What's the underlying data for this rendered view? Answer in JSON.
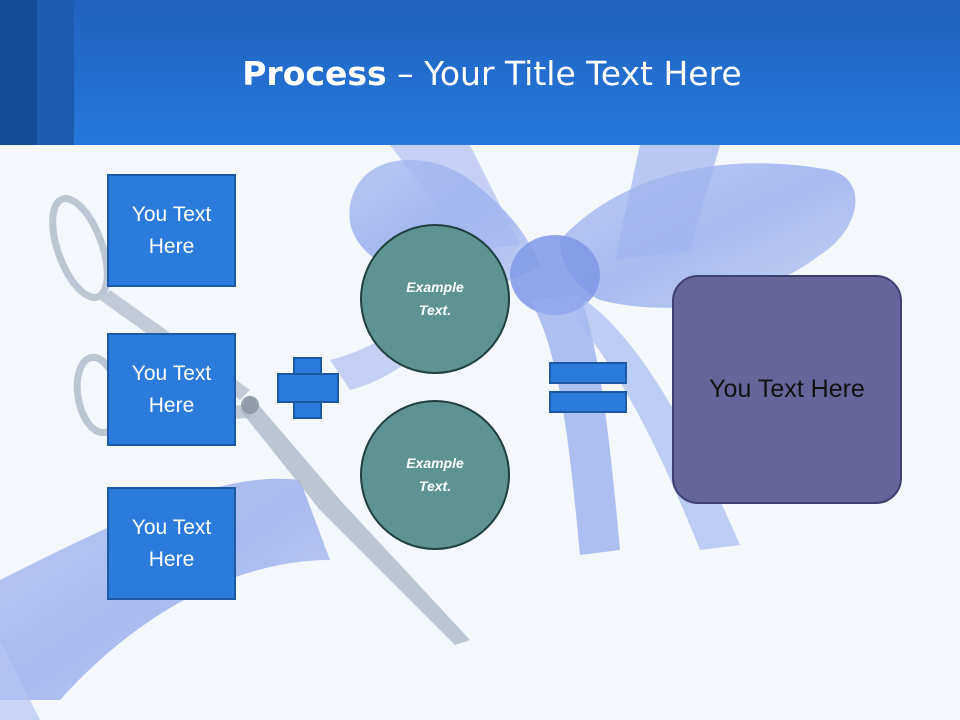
{
  "slide": {
    "title_bold": "Process",
    "title_rest": " – Your Title Text Here"
  },
  "inputs": [
    {
      "line1": "You Text",
      "line2": "Here"
    },
    {
      "line1": "You Text",
      "line2": "Here"
    },
    {
      "line1": "You Text",
      "line2": "Here"
    }
  ],
  "circles": [
    {
      "line1": "Example",
      "line2": "Text."
    },
    {
      "line1": "Example",
      "line2": "Text."
    }
  ],
  "result": {
    "label": "You Text Here"
  },
  "colors": {
    "header": "#2678dc",
    "box_blue": "#2a7bdc",
    "circle_teal": "#5f9393",
    "result_purple": "#656599"
  },
  "icons": [
    "scissors-icon",
    "ribbon-bow-icon",
    "plus-icon",
    "equals-icon"
  ]
}
